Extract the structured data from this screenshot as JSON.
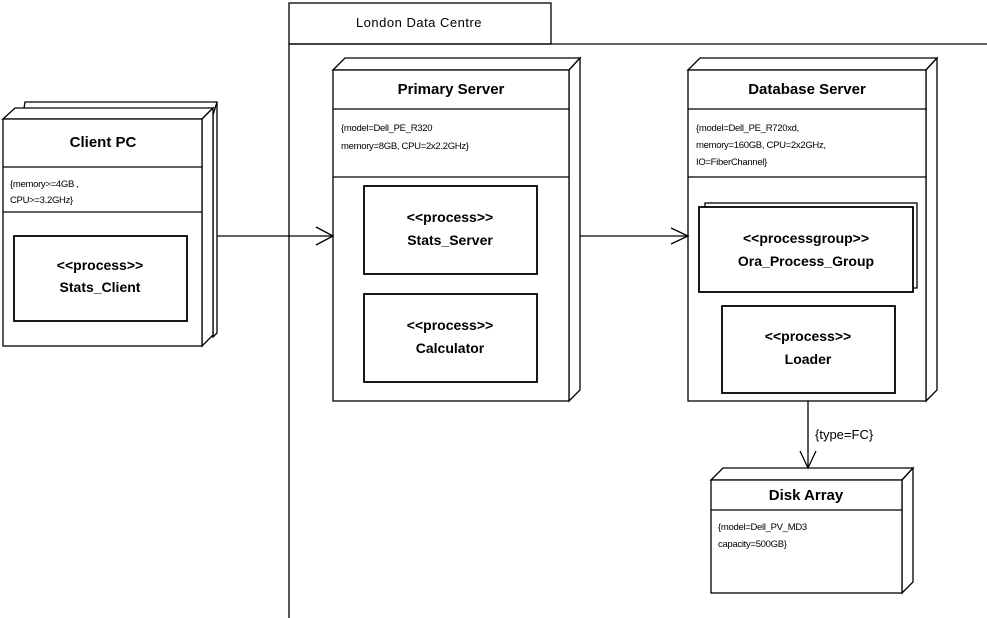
{
  "frame": {
    "title": "London Data Centre"
  },
  "nodes": {
    "client_pc": {
      "title": "Client PC",
      "attributes": [
        "{memory>=4GB ,",
        "CPU>=3.2GHz}"
      ],
      "components": [
        {
          "stereotype": "<<process>>",
          "name": "Stats_Client"
        }
      ]
    },
    "primary_server": {
      "title": "Primary Server",
      "attributes": [
        "{model=Dell_PE_R320",
        "memory=8GB, CPU=2x2.2GHz}"
      ],
      "components": [
        {
          "stereotype": "<<process>>",
          "name": "Stats_Server"
        },
        {
          "stereotype": "<<process>>",
          "name": "Calculator"
        }
      ]
    },
    "database_server": {
      "title": "Database Server",
      "attributes": [
        "{model=Dell_PE_R720xd,",
        "memory=160GB, CPU=2x2GHz,",
        "IO=FiberChannel}"
      ],
      "components": [
        {
          "stereotype": "<<processgroup>>",
          "name": "Ora_Process_Group"
        },
        {
          "stereotype": "<<process>>",
          "name": "Loader"
        }
      ]
    },
    "disk_array": {
      "title": "Disk Array",
      "attributes": [
        "{model=Dell_PV_MD3",
        "capacity=500GB}"
      ]
    }
  },
  "connections": [
    {
      "from": "Client PC",
      "to": "Primary Server",
      "label": ""
    },
    {
      "from": "Primary Server",
      "to": "Database Server",
      "label": ""
    },
    {
      "from": "Database Server",
      "to": "Disk Array",
      "label": "{type=FC}"
    }
  ]
}
